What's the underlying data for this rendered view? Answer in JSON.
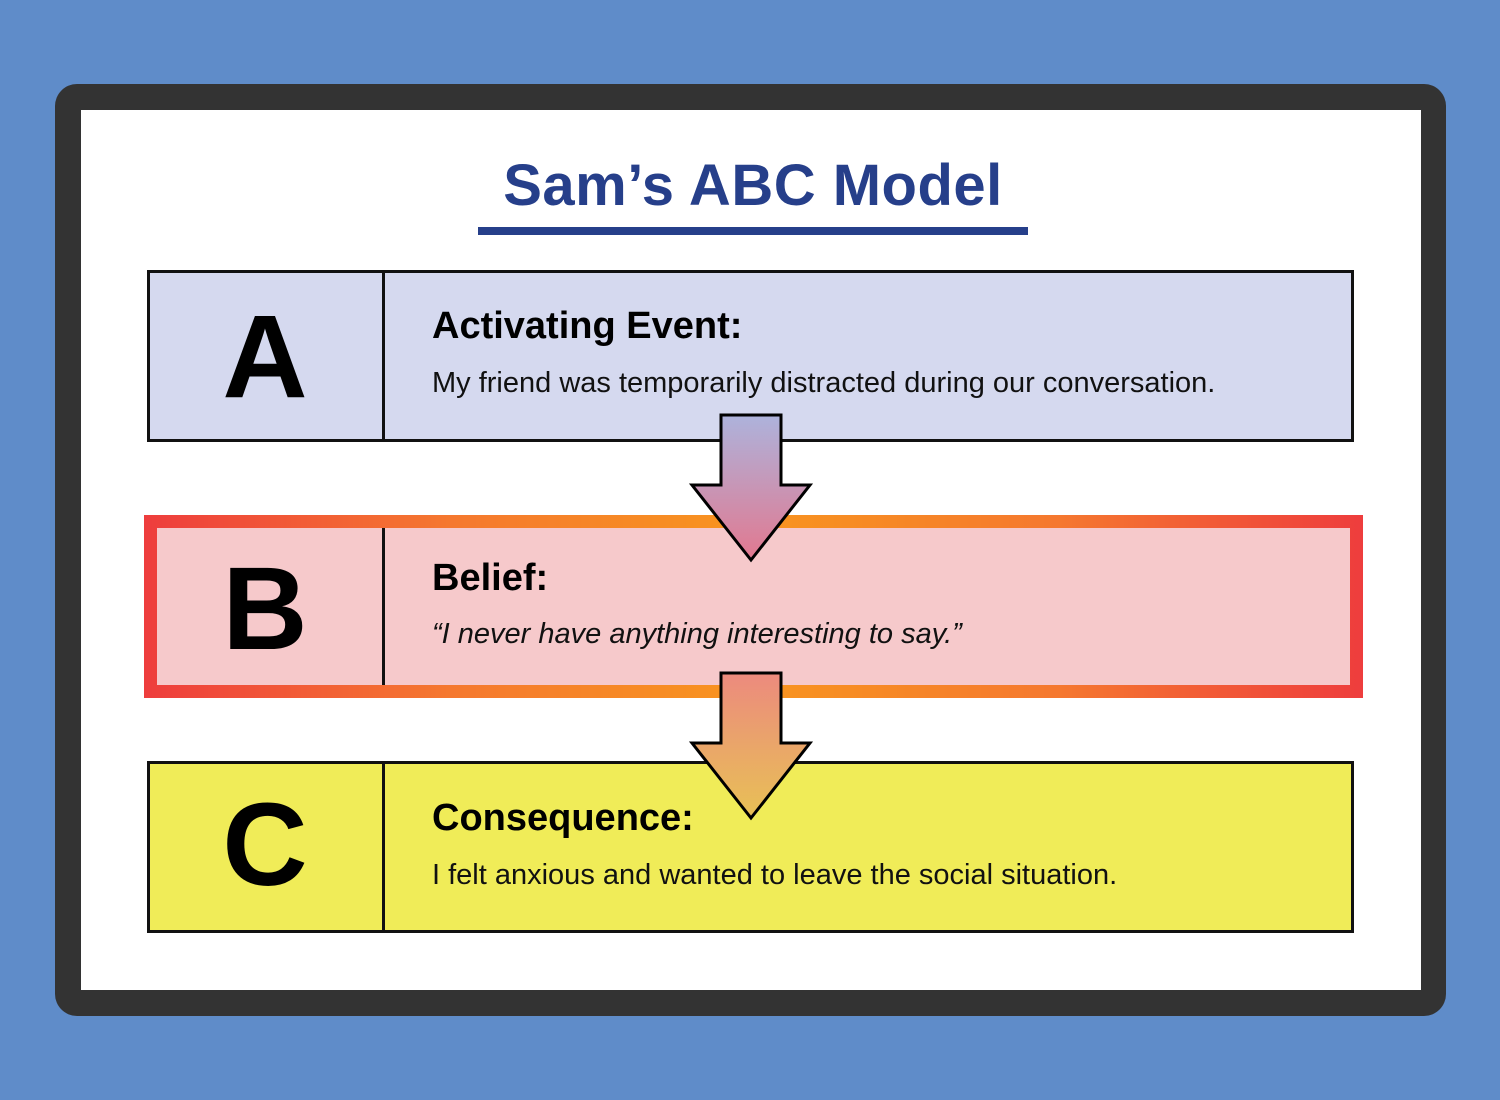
{
  "title": "Sam’s ABC Model",
  "rows": [
    {
      "letter": "A",
      "label": "Activating Event:",
      "text": "My friend was temporarily distracted during our conversation.",
      "fill_color": "#d5d9ef"
    },
    {
      "letter": "B",
      "label": "Belief:",
      "text": "“I never have anything interesting to say.”",
      "fill_color": "#f6c9cb",
      "border_gradient": [
        "#ee3d3d",
        "#f8951f"
      ]
    },
    {
      "letter": "C",
      "label": "Consequence:",
      "text": "I felt anxious and wanted to leave the social situation.",
      "fill_color": "#f0ec58"
    }
  ],
  "arrows": [
    {
      "from": "A",
      "to": "B",
      "gradient": [
        "#adb3dc",
        "#e2788f"
      ],
      "icon": "down-arrow-icon"
    },
    {
      "from": "B",
      "to": "C",
      "gradient": [
        "#ec8a7e",
        "#e8c155"
      ],
      "icon": "down-arrow-icon"
    }
  ],
  "colors": {
    "background": "#5f8cc9",
    "frame": "#333333",
    "title": "#263f8a"
  }
}
